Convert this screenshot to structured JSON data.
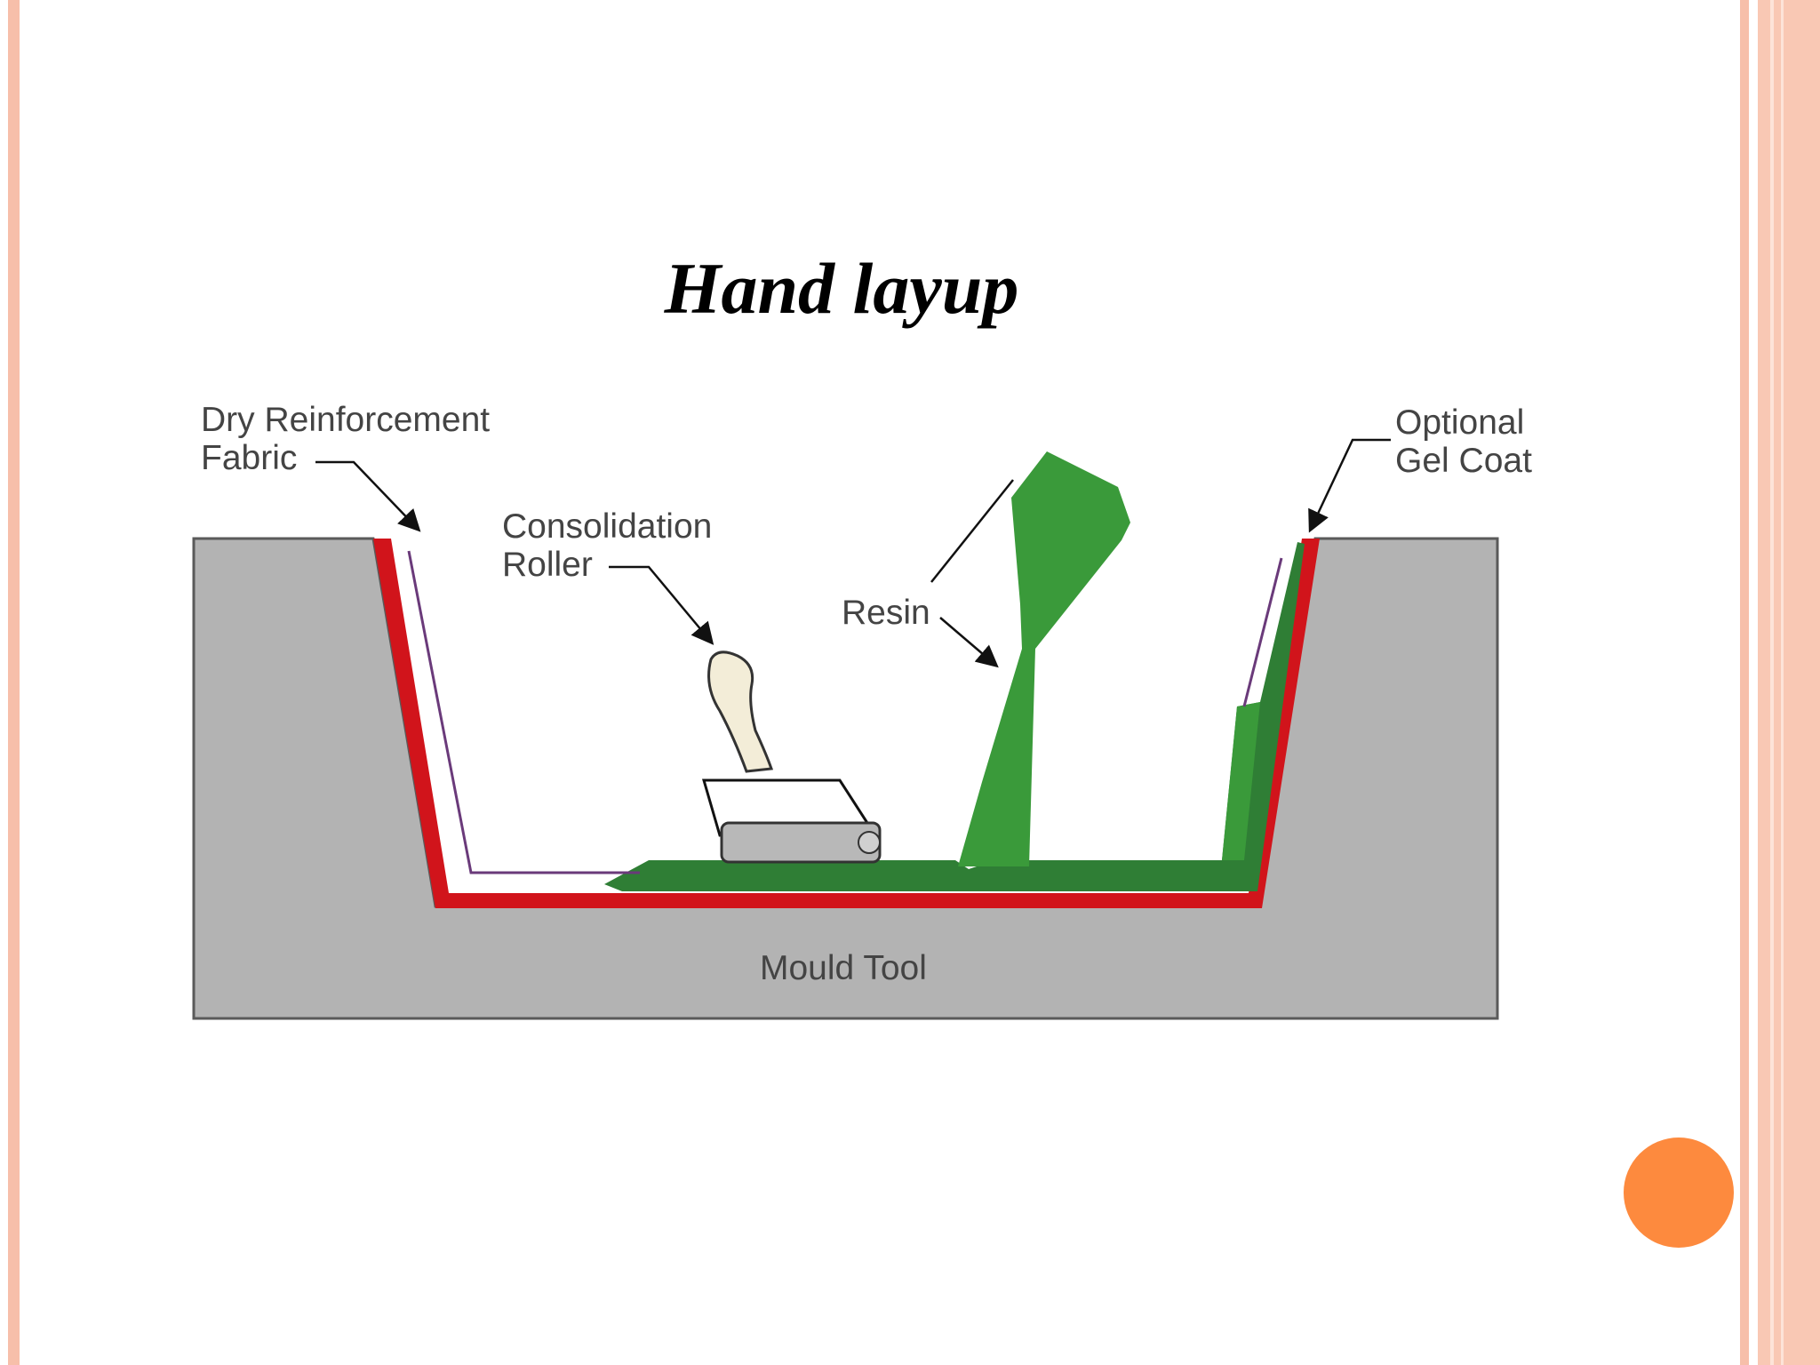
{
  "slide": {
    "title": "Hand layup"
  },
  "diagram": {
    "labels": {
      "dry_reinforcement_line1": "Dry Reinforcement",
      "dry_reinforcement_line2": "Fabric",
      "consolidation_line1": "Consolidation",
      "consolidation_line2": "Roller",
      "resin": "Resin",
      "gel_coat_line1": "Optional",
      "gel_coat_line2": "Gel Coat",
      "mould_tool": "Mould Tool"
    },
    "colors": {
      "mould": "#b3b3b3",
      "gel_coat": "#d1141b",
      "resin": "#3a9a3a",
      "resin_dark": "#2f7e35",
      "roller_handle": "#f3edd8",
      "accent_dot": "#fd8a3e",
      "slide_border": "#f7bfaa"
    }
  }
}
